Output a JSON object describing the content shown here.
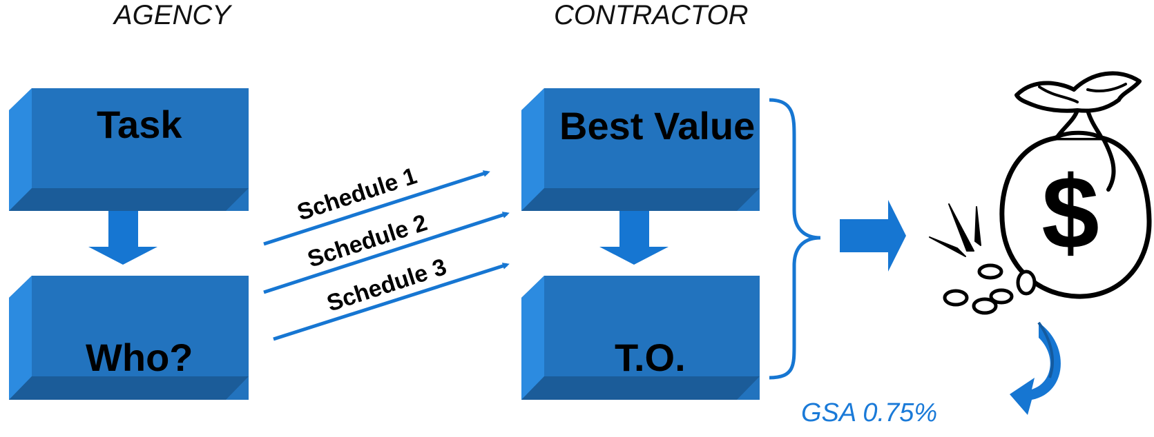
{
  "headings": {
    "agency": "AGENCY",
    "contractor": "CONTRACTOR"
  },
  "boxes": {
    "task": "Task",
    "who": "Who?",
    "best_value": "Best Value",
    "task_order": "T.O."
  },
  "schedules": [
    "Schedule 1",
    "Schedule 2",
    "Schedule 3"
  ],
  "fee_label": "GSA 0.75%",
  "colors": {
    "box_face": "#2273be",
    "box_side": "#2c8be0",
    "box_bottom": "#1b5c99",
    "arrow": "#1676d2",
    "fee_text": "#1a7ad8"
  },
  "icons": {
    "money_bag": "money-bag-icon",
    "curved_arrow": "curved-arrow-icon"
  }
}
